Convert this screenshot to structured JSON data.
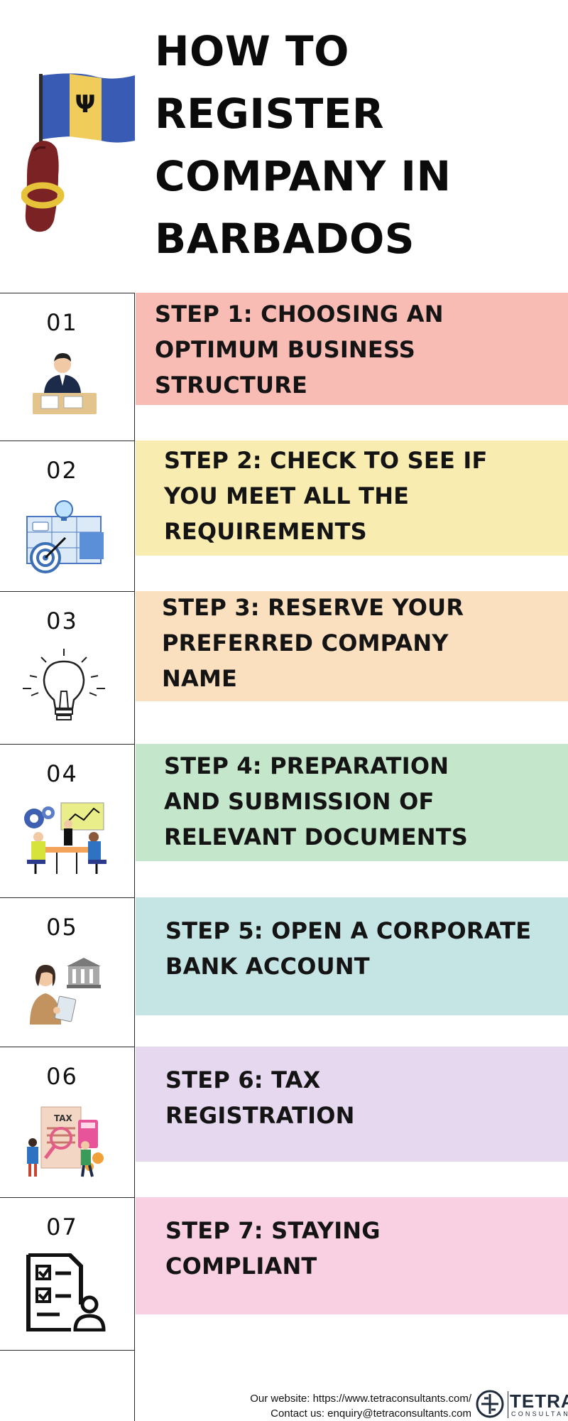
{
  "header": {
    "title_lines": [
      "HOW TO",
      "REGISTER",
      "COMPANY IN",
      "BARBADOS"
    ]
  },
  "steps": [
    {
      "number": "01",
      "lines": [
        "STEP 1: CHOOSING AN",
        "OPTIMUM BUSINESS",
        "STRUCTURE"
      ],
      "color": "#f9bcb5",
      "icon": "businessman-desk-icon"
    },
    {
      "number": "02",
      "lines": [
        "STEP 2: CHECK TO SEE IF",
        "YOU MEET ALL THE",
        "REQUIREMENTS"
      ],
      "color": "#f8ecb0",
      "icon": "planning-target-icon"
    },
    {
      "number": "03",
      "lines": [
        "STEP 3: RESERVE YOUR",
        "PREFERRED COMPANY",
        "NAME"
      ],
      "color": "#fae0bf",
      "icon": "lightbulb-icon"
    },
    {
      "number": "04",
      "lines": [
        "STEP 4: PREPARATION",
        "AND SUBMISSION OF",
        "RELEVANT DOCUMENTS"
      ],
      "color": "#c4e6cb",
      "icon": "team-meeting-icon"
    },
    {
      "number": "05",
      "lines": [
        "STEP 5: OPEN A CORPORATE",
        "BANK ACCOUNT"
      ],
      "color": "#c5e5e4",
      "icon": "bank-clerk-icon"
    },
    {
      "number": "06",
      "lines": [
        "STEP 6: TAX",
        "REGISTRATION"
      ],
      "color": "#e6d9ef",
      "icon": "tax-document-icon"
    },
    {
      "number": "07",
      "lines": [
        "STEP 7: STAYING",
        "COMPLIANT"
      ],
      "color": "#f9d0e1",
      "icon": "checklist-icon"
    }
  ],
  "footer": {
    "website": "Our website: https://www.tetraconsultants.com/",
    "contact": "Contact us: enquiry@tetraconsultants.com",
    "logo_name": "TETRA",
    "logo_sub": "CONSULTANTS"
  },
  "colors": {
    "flag_blue": "#3a5bb4",
    "flag_gold": "#f0cd5a",
    "hand": "#7a2224",
    "bracelet": "#e7c33a"
  }
}
